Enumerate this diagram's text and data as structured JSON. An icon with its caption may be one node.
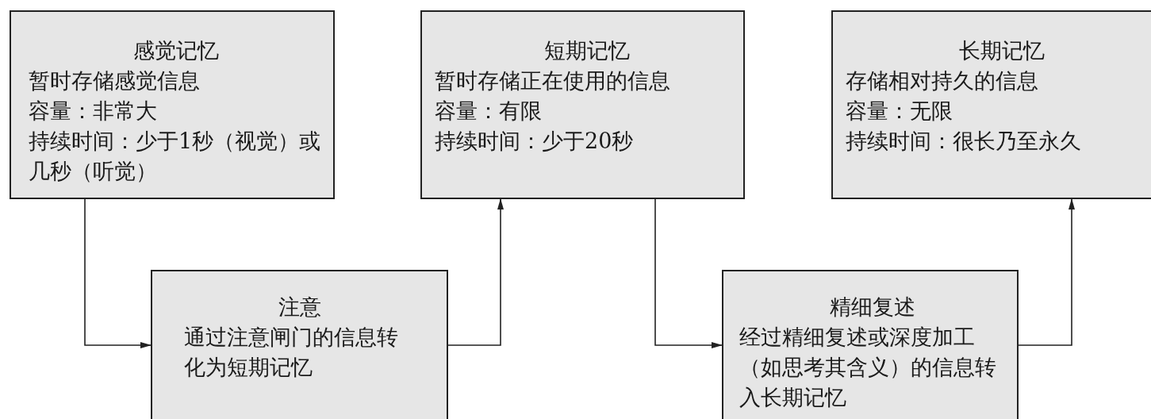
{
  "diagram": {
    "nodes": [
      {
        "text": [
          "感觉记忆",
          "暂时存储感觉信息",
          "容量：非常大",
          "持续时间：少于1秒（视觉）或几秒（听觉）"
        ]
      },
      {
        "text": [
          "短期记忆",
          "暂时存储正在使用的信息",
          "容量：有限",
          "持续时间：少于20秒"
        ]
      },
      {
        "text": [
          "长期记忆",
          "存储相对持久的信息",
          "容量：无限",
          "持续时间：很长乃至永久"
        ]
      },
      {
        "text": [
          "注意",
          "通过注意闸门的信息转化为短期记忆"
        ]
      },
      {
        "text": [
          "精细复述",
          "经过精细复述或深度加工（如思考其含义）的信息转入长期记忆"
        ]
      }
    ],
    "edges": [
      {
        "from": 0,
        "to": 3,
        "arrow": "to"
      },
      {
        "from": 3,
        "to": 1,
        "arrow": "to"
      },
      {
        "from": 1,
        "to": 4,
        "arrow": "to"
      },
      {
        "from": 4,
        "to": 2,
        "arrow": "to"
      }
    ]
  }
}
